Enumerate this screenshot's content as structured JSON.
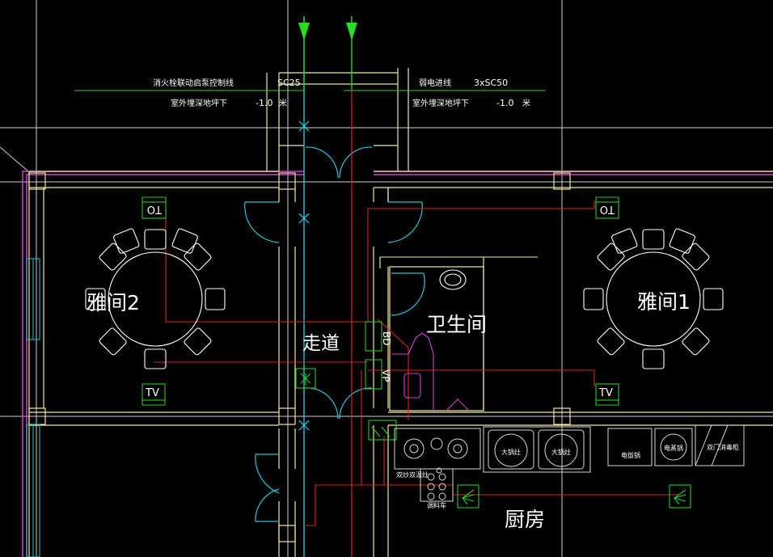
{
  "colors": {
    "background": "#000000",
    "wall": "#f4e89a",
    "grid": "#cfcfcf",
    "outer_wall": "#d63cd6",
    "door": "#28c8d8",
    "pipe_green": "#20e020",
    "pipe_cyan": "#20d8e8",
    "wire_red": "#e02020",
    "text": "#ffffff",
    "equipment": "#d8d8d8",
    "device_green": "#20d020",
    "window": "#20c8d8"
  },
  "notes": {
    "left_line1": "消火栓联动启泵控制线",
    "left_conduit": "SC25",
    "left_line2": "室外埋深地坪下",
    "left_depth": "-1.0",
    "left_unit": "米",
    "right_line1": "弱电进线",
    "right_conduit": "3xSC50",
    "right_line2": "室外埋深地坪下",
    "right_depth": "-1.0",
    "right_unit": "米"
  },
  "rooms": {
    "private_room_2": "雅间2",
    "private_room_1": "雅间1",
    "corridor": "走道",
    "restroom": "卫生间",
    "kitchen": "厨房"
  },
  "outlets": {
    "tel_left": "TO",
    "tel_right": "TO",
    "tv_left": "TV",
    "tv_right": "TV",
    "bd_box": "BD",
    "vp_box": "VP"
  },
  "equipment": {
    "stove_left": "大锅灶",
    "stove_right": "大锅灶",
    "rice_cooker": "电饭锅",
    "steamer": "电蒸锅",
    "cabinet": "双门消毒柜",
    "double_stove": "双炒双温灶",
    "seasoning": "调料车"
  }
}
